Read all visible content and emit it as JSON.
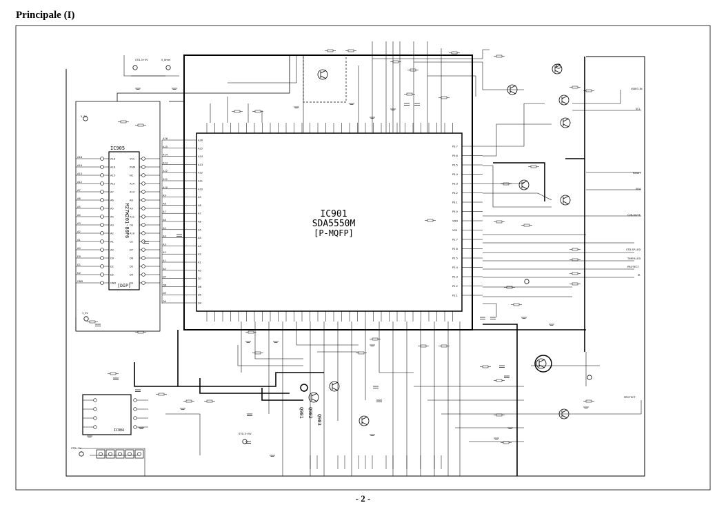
{
  "page": {
    "title": "Principale (I)",
    "page_number": "- 2 -"
  },
  "ic901": {
    "ref": "IC901",
    "part": "SDA5550M",
    "package": "[P-MQFP]"
  },
  "ic905": {
    "ref": "IC905",
    "part": "M27W201-80F6",
    "package": "[DIP]"
  },
  "ic904": {
    "ref": "IC904"
  },
  "q_labels": [
    "Q901",
    "Q902",
    "Q903"
  ],
  "net_labels": {
    "top_left_supply": "STD-3+5V",
    "top_mid_supply": "5_8mm",
    "left_supply": "5_SV",
    "left_mid_supply": "3_3V",
    "bottom_supply": "STD-3+5V",
    "bottom_left_supply": "STD+5V",
    "right_out_1": "VIDEO-IN",
    "right_out_2": "SCL",
    "right_out_3": "RESET",
    "right_out_4": "SDA",
    "right_out_5": "CVB-MUTE",
    "right_out_6": "STD-SP-LED",
    "right_out_7": "TIMER-LED",
    "right_out_8": "PROTECT",
    "right_out_9": "IR",
    "right_out_10": "PROTECT"
  },
  "ic905_pins_left": [
    "A18",
    "A16",
    "A15",
    "A12",
    "A7",
    "A6",
    "A5",
    "A4",
    "A3",
    "A2",
    "A1",
    "A0",
    "D0",
    "D1",
    "D2",
    "GND"
  ],
  "ic905_pins_right": [
    "VCC",
    "PGM",
    "NC",
    "A14",
    "A13",
    "A8",
    "A9",
    "A11",
    "OE",
    "A10",
    "CE",
    "D7",
    "D6",
    "D5",
    "D4",
    "D3"
  ],
  "ic901_left_pins": [
    "A16",
    "A15",
    "A14",
    "A13",
    "A12",
    "A11",
    "A10",
    "A9",
    "A8",
    "A7",
    "A6",
    "A5",
    "A4",
    "A3",
    "A2",
    "A1",
    "A0",
    "D7",
    "D6",
    "D5",
    "D4"
  ],
  "ic901_right_pins": [
    "P3.7",
    "P3.6",
    "P3.5",
    "P3.4",
    "P3.3",
    "P3.2",
    "P3.1",
    "P3.0",
    "VDD",
    "VSS",
    "P2.7",
    "P2.6",
    "P2.5",
    "P2.4",
    "P2.3",
    "P2.2",
    "P2.1"
  ],
  "colors": {
    "ink": "#000000",
    "paper": "#ffffff"
  }
}
